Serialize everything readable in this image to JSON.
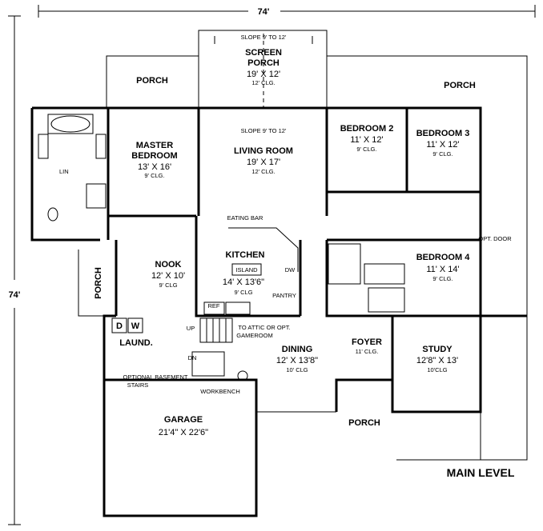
{
  "overall": {
    "width": "74'",
    "depth": "74'"
  },
  "title": "MAIN LEVEL",
  "rooms": {
    "screen_porch": {
      "name1": "SCREEN",
      "name2": "PORCH",
      "size": "19' X 12'",
      "clg": "12' CLG.",
      "slope": "SLOPE 9' TO 12'"
    },
    "porch_top_left": {
      "name": "PORCH"
    },
    "porch_top_right": {
      "name": "PORCH"
    },
    "master_bedroom": {
      "name1": "MASTER",
      "name2": "BEDROOM",
      "size": "13' X 16'",
      "clg": "9' CLG."
    },
    "living_room": {
      "name": "LIVING ROOM",
      "size": "19' X 17'",
      "clg": "12' CLG.",
      "slope": "SLOPE 9' TO 12'"
    },
    "bedroom2": {
      "name": "BEDROOM 2",
      "size": "11' X 12'",
      "clg": "9' CLG."
    },
    "bedroom3": {
      "name": "BEDROOM 3",
      "size": "11' X 12'",
      "clg": "9' CLG."
    },
    "nook": {
      "name": "NOOK",
      "size": "12' X 10'",
      "clg": "9' CLG"
    },
    "kitchen": {
      "name": "KITCHEN",
      "size": "14' X 13'6\"",
      "clg": "9' CLG",
      "island": "ISLAND",
      "eating_bar": "EATING BAR",
      "dw": "DW",
      "pantry": "PANTRY",
      "ref": "REF"
    },
    "bedroom4": {
      "name": "BEDROOM 4",
      "size": "11' X 14'",
      "clg": "9' CLG.",
      "opt_door": "OPT. DOOR"
    },
    "porch_left": {
      "name": "PORCH"
    },
    "laundry": {
      "name": "LAUND.",
      "d": "D",
      "w": "W"
    },
    "dining": {
      "name": "DINING",
      "size": "12' X 13'8\"",
      "clg": "10' CLG"
    },
    "foyer": {
      "name": "FOYER",
      "clg": "11' CLG."
    },
    "study": {
      "name": "STUDY",
      "size": "12'8\" X 13'",
      "clg": "10'CLG"
    },
    "porch_front": {
      "name": "PORCH"
    },
    "garage": {
      "name": "GARAGE",
      "size": "21'4\" X 22'6\""
    }
  },
  "labels": {
    "lin": "LIN",
    "up": "UP",
    "dn": "DN",
    "attic1": "TO ATTIC OR OPT.",
    "attic2": "GAMEROOM",
    "basement1": "OPTIONAL BASEMENT",
    "basement2": "STAIRS",
    "workbench": "WORKBENCH"
  }
}
